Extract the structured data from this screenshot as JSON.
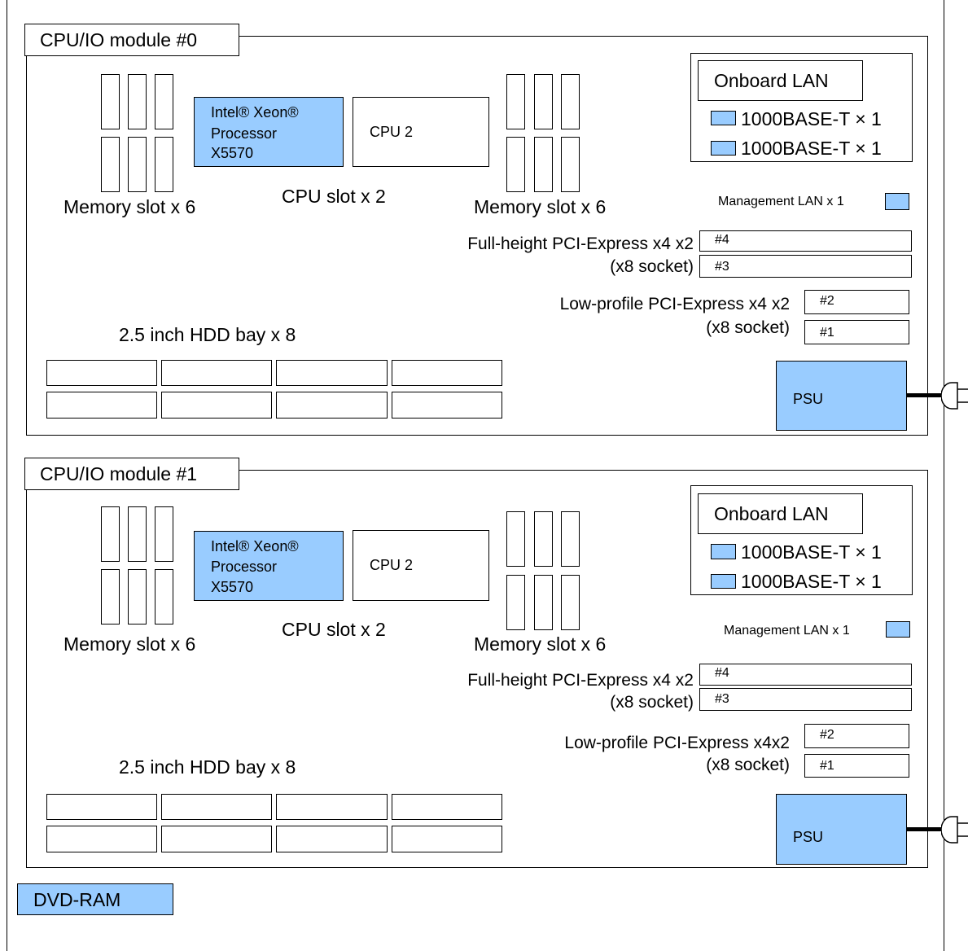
{
  "modules": [
    {
      "title": "CPU/IO module #0",
      "cpu1": {
        "line1": "Intel® Xeon®",
        "line2": "Processor",
        "line3": "X5570"
      },
      "cpu2": "CPU 2",
      "cpu_slot_label": "CPU slot x 2",
      "memory_left_label": "Memory slot x 6",
      "memory_right_label": "Memory slot x 6",
      "onboard_lan": {
        "title": "Onboard LAN",
        "port1": "1000BASE-T × 1",
        "port2": "1000BASE-T × 1"
      },
      "management_lan": "Management LAN  x 1",
      "fullheight_line1": "Full-height  PCI-Express x4 x2",
      "fullheight_line2": "(x8 socket)",
      "slot4": "#4",
      "slot3": "#3",
      "lowprofile_line1": "Low-profile  PCI-Express x4 x2",
      "lowprofile_line2": "(x8 socket)",
      "slot2": "#2",
      "slot1": "#1",
      "hdd_label": "2.5 inch HDD bay x 8",
      "psu": "PSU"
    },
    {
      "title": "CPU/IO module #1",
      "cpu1": {
        "line1": "Intel® Xeon®",
        "line2": "Processor",
        "line3": "X5570"
      },
      "cpu2": "CPU 2",
      "cpu_slot_label": "CPU slot x 2",
      "memory_left_label": "Memory slot x 6",
      "memory_right_label": "Memory slot x 6",
      "onboard_lan": {
        "title": "Onboard LAN",
        "port1": "1000BASE-T × 1",
        "port2": "1000BASE-T × 1"
      },
      "management_lan": "Management LAN x 1",
      "fullheight_line1": "Full-height  PCI-Express x4 x2",
      "fullheight_line2": "(x8 socket)",
      "slot4": "#4",
      "slot3": "#3",
      "lowprofile_line1": "Low-profile  PCI-Express x4x2",
      "lowprofile_line2": "(x8 socket)",
      "slot2": "#2",
      "slot1": "#1",
      "hdd_label": "2.5 inch HDD bay x 8",
      "psu": "PSU"
    }
  ],
  "dvd": "DVD-RAM",
  "colors": {
    "component_fill": "#99ccff",
    "outline": "#000000"
  }
}
